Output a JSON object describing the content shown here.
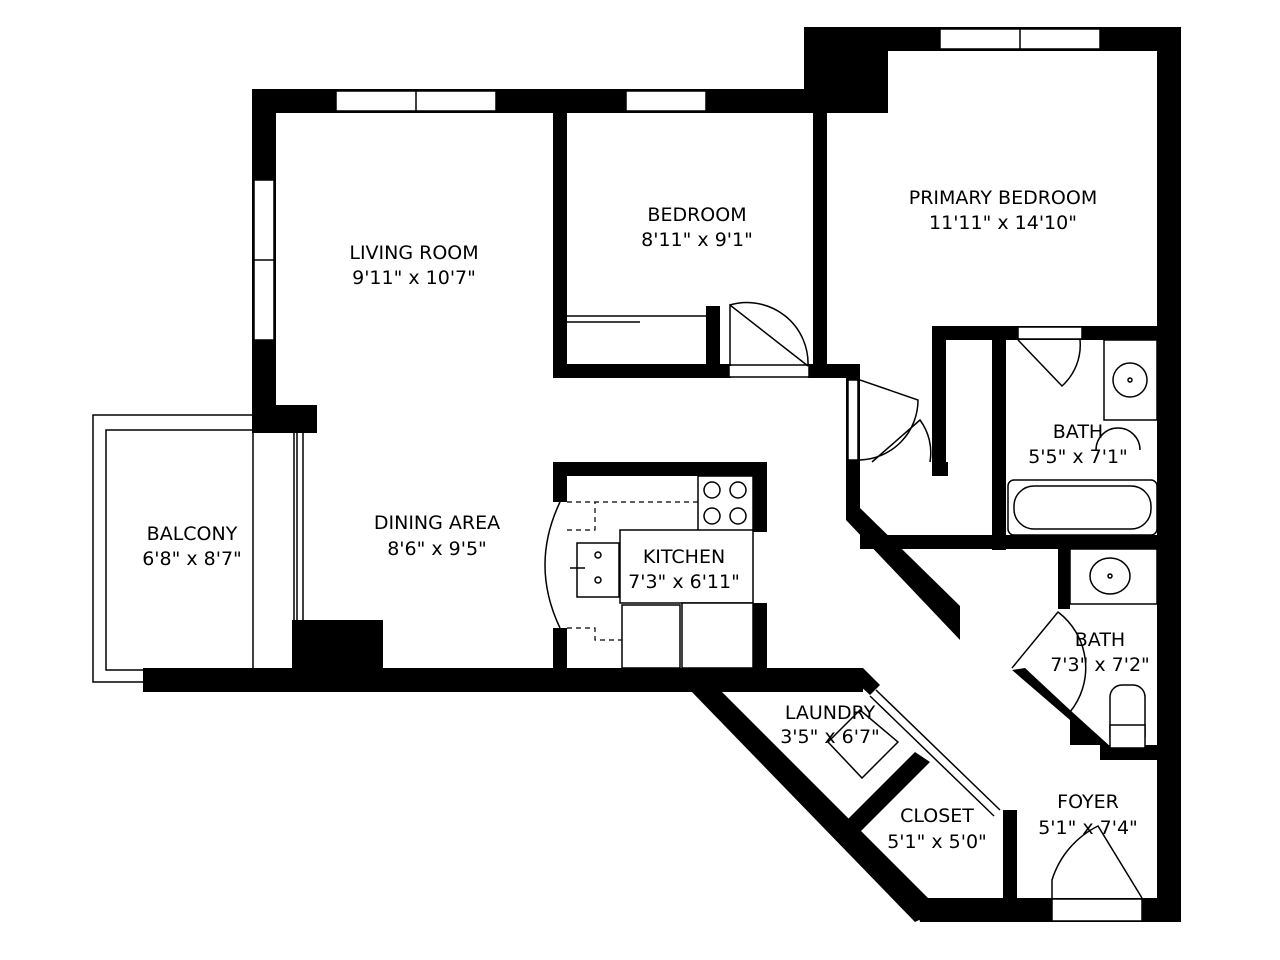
{
  "rooms": [
    {
      "name": "LIVING ROOM",
      "size": "9'11\" x 10'7\""
    },
    {
      "name": "BEDROOM",
      "size": "8'11\" x 9'1\""
    },
    {
      "name": "PRIMARY BEDROOM",
      "size": "11'11\" x 14'10\""
    },
    {
      "name": "BATH",
      "size": "5'5\" x 7'1\""
    },
    {
      "name": "BALCONY",
      "size": "6'8\" x 8'7\""
    },
    {
      "name": "DINING AREA",
      "size": "8'6\" x 9'5\""
    },
    {
      "name": "KITCHEN",
      "size": "7'3\" x 6'11\""
    },
    {
      "name": "BATH",
      "size": "7'3\" x 7'2\""
    },
    {
      "name": "LAUNDRY",
      "size": "3'5\" x 6'7\""
    },
    {
      "name": "CLOSET",
      "size": "5'1\" x 5'0\""
    },
    {
      "name": "FOYER",
      "size": "5'1\" x 7'4\""
    }
  ]
}
